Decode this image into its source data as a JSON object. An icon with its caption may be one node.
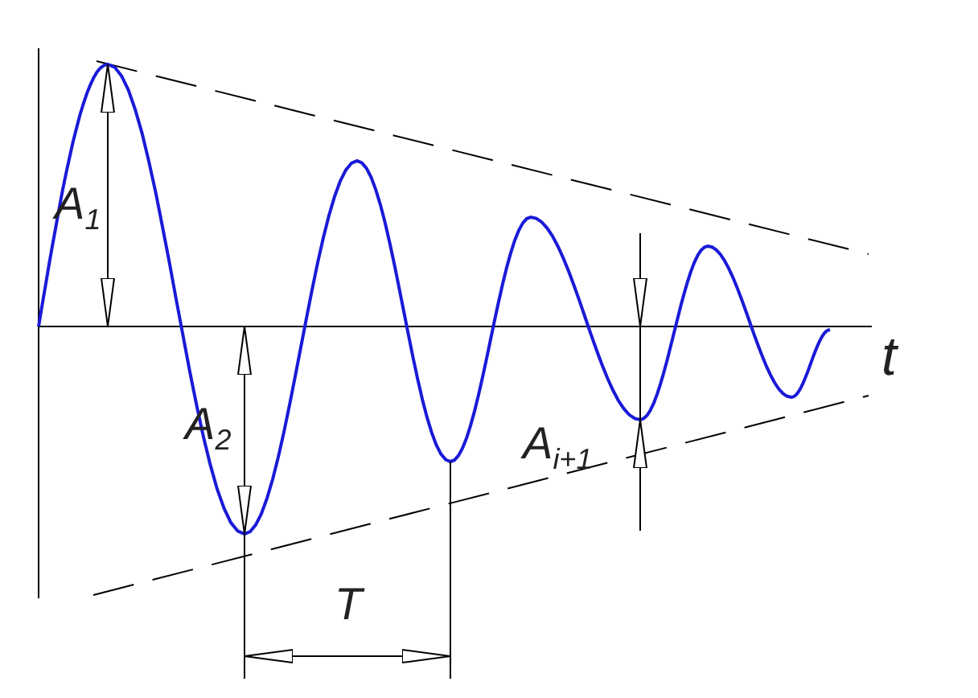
{
  "diagram": {
    "labels": [
      "A$_{1}$",
      "t",
      "A$_{2}$",
      "A$_{i+1}$",
      "T"
    ]
  }
}
